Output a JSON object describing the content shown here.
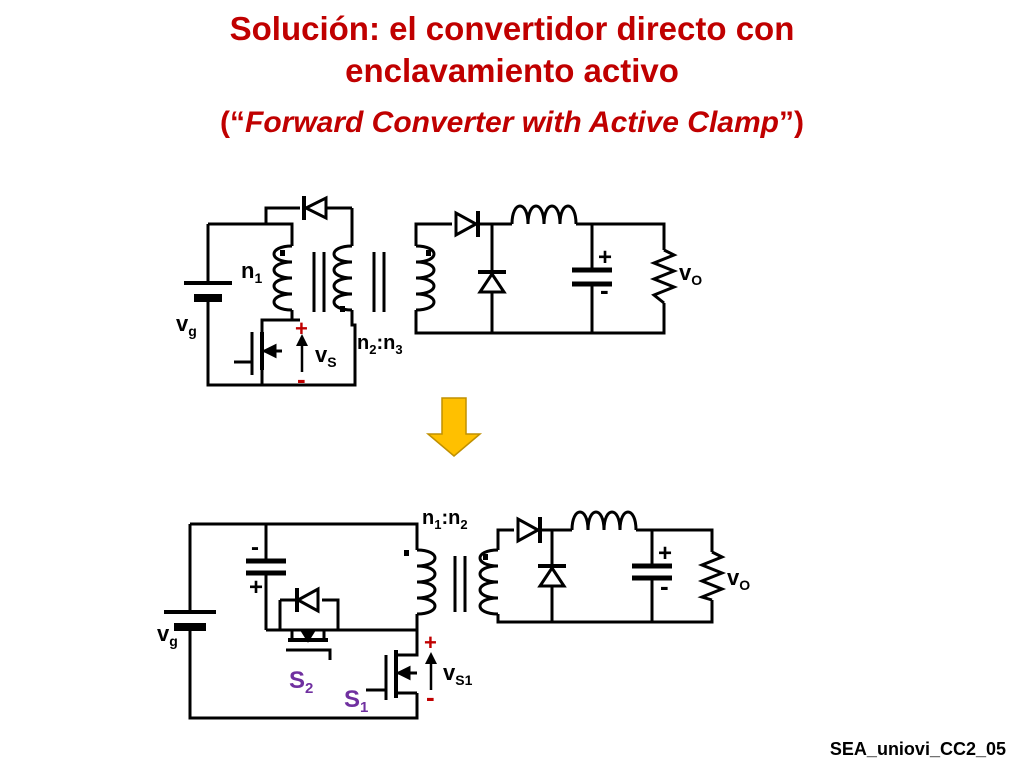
{
  "title": {
    "line1": "Solución: el convertidor directo con",
    "line2": "enclavamiento activo",
    "line3_open": "(“",
    "line3_italic": "Forward Converter with Active Clamp",
    "line3_close": "”)"
  },
  "top_circuit": {
    "n1": "n",
    "n1_sub": "1",
    "vg": "v",
    "vg_sub": "g",
    "vS": "v",
    "vS_sub": "S",
    "ratio_n2": "n",
    "ratio_n2_sub": "2",
    "ratio_colon": ":",
    "ratio_n3": "n",
    "ratio_n3_sub": "3",
    "vO": "v",
    "vO_sub": "O",
    "plus": "+",
    "minus": "-",
    "cap_plus": "+",
    "cap_minus": "-"
  },
  "bottom_circuit": {
    "ratio_n1": "n",
    "ratio_n1_sub": "1",
    "ratio_colon": ":",
    "ratio_n2": "n",
    "ratio_n2_sub": "2",
    "vg": "v",
    "vg_sub": "g",
    "S2": "S",
    "S2_sub": "2",
    "S1": "S",
    "S1_sub": "1",
    "vS1": "v",
    "vS1_sub": "S1",
    "vO": "v",
    "vO_sub": "O",
    "plus": "+",
    "minus": "-",
    "cap_plus": "+",
    "cap_minus": "-",
    "clamp_minus": "-",
    "clamp_plus": "+"
  },
  "colors": {
    "title": "#c00000",
    "switch_label": "#7030a0",
    "arrow": "#ffc000"
  },
  "footer": "SEA_uniovi_CC2_05"
}
